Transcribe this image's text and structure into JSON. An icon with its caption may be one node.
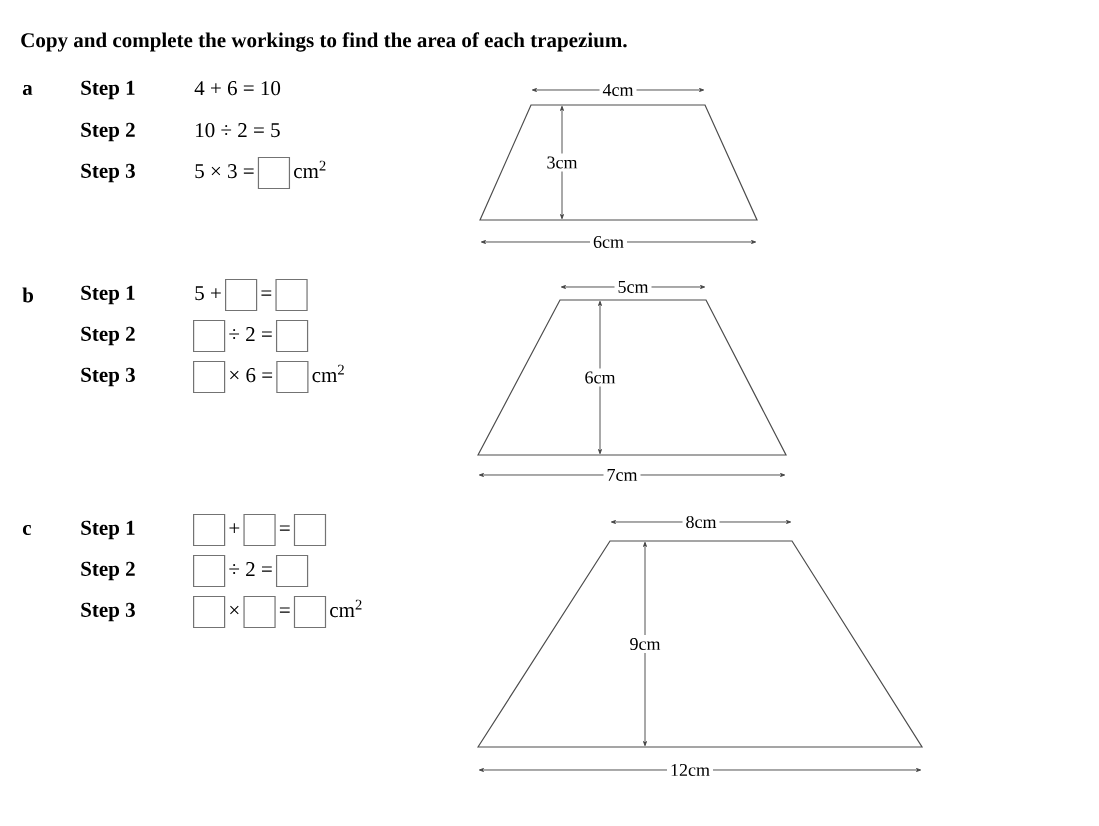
{
  "diagram": {
    "title": "Copy and complete the workings to find the area of each trapezium.",
    "labels": [
      "a",
      "Step 1",
      "4 + 6 = 10",
      "Step 2",
      "10 ÷ 2 = 5",
      "Step 3",
      "5 × 3 =",
      "cm$^{2}$",
      "4cm",
      "3cm",
      "6cm",
      "b",
      "Step 1",
      "5 +",
      "=",
      "Step 2",
      "÷ 2 =",
      "Step 3",
      "× 6 =",
      "cm$^{2}$",
      "5cm",
      "6cm",
      "7cm",
      "c",
      "Step 1",
      "+",
      "=",
      "Step 2",
      "÷ 2 =",
      "Step 3",
      "×",
      "=",
      "cm$^{2}$",
      "8cm",
      "9cm",
      "12cm"
    ]
  }
}
